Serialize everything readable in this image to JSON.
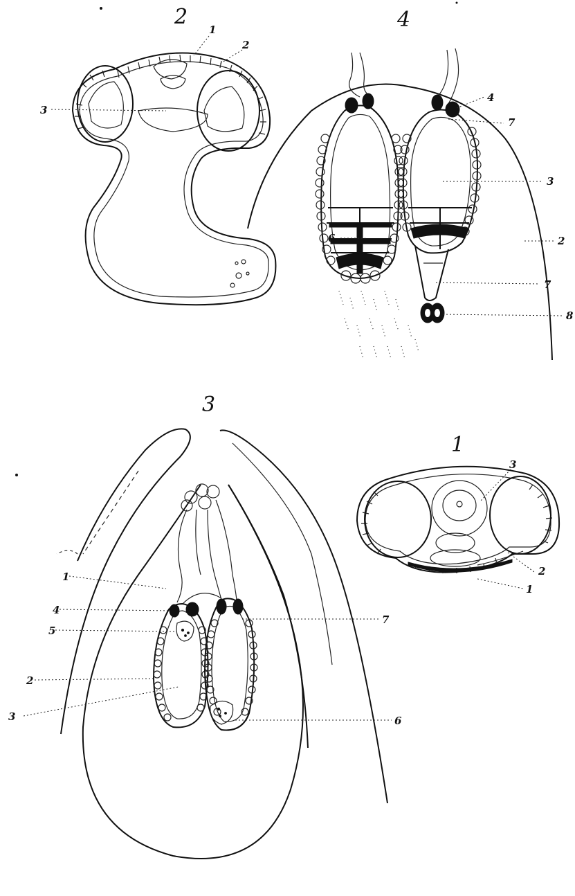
{
  "plate": {
    "figures": [
      {
        "id": "fig2",
        "number": "2",
        "labels": [
          "1",
          "2",
          "3"
        ]
      },
      {
        "id": "fig4",
        "number": "4",
        "labels": [
          "4",
          "7",
          "3",
          "6",
          "2",
          "7",
          "8"
        ]
      },
      {
        "id": "fig3",
        "number": "3",
        "labels": [
          "1",
          "4",
          "5",
          "2",
          "3",
          "7",
          "6"
        ]
      },
      {
        "id": "fig1",
        "number": "1",
        "labels": [
          "3",
          "2",
          "1"
        ]
      }
    ]
  }
}
